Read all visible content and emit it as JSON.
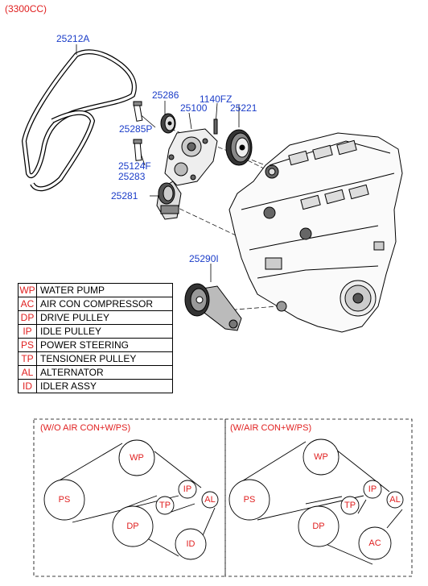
{
  "header": "(3300CC)",
  "part_labels": {
    "p25212A": "25212A",
    "p25286": "25286",
    "p1140FZ": "1140FZ",
    "p25100": "25100",
    "p25221": "25221",
    "p25285P": "25285P",
    "p25124F": "25124F",
    "p25283": "25283",
    "p25281": "25281",
    "p25290I": "25290I"
  },
  "legend": [
    {
      "code": "WP",
      "desc": "WATER PUMP"
    },
    {
      "code": "AC",
      "desc": "AIR CON COMPRESSOR"
    },
    {
      "code": "DP",
      "desc": "DRIVE PULLEY"
    },
    {
      "code": "IP",
      "desc": "IDLE PULLEY"
    },
    {
      "code": "PS",
      "desc": "POWER STEERING"
    },
    {
      "code": "TP",
      "desc": "TENSIONER PULLEY"
    },
    {
      "code": "AL",
      "desc": "ALTERNATOR"
    },
    {
      "code": "ID",
      "desc": "IDLER ASSY"
    }
  ],
  "routing": {
    "left_title": "(W/O AIR CON+W/PS)",
    "right_title": "(W/AIR CON+W/PS)",
    "left_pulleys": {
      "wp": "WP",
      "ps": "PS",
      "ip": "IP",
      "al": "AL",
      "tp": "TP",
      "dp": "DP",
      "id": "ID"
    },
    "right_pulleys": {
      "wp": "WP",
      "ps": "PS",
      "ip": "IP",
      "al": "AL",
      "tp": "TP",
      "dp": "DP",
      "ac": "AC"
    }
  }
}
